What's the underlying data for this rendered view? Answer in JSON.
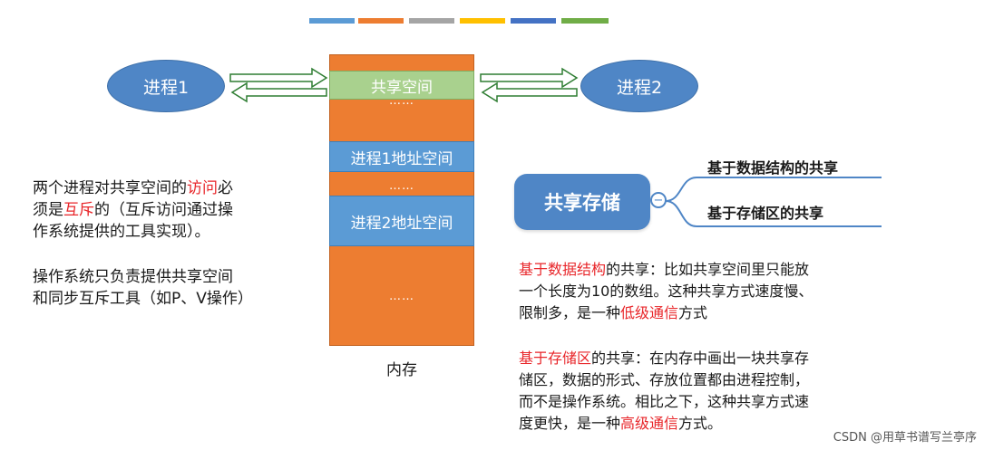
{
  "strip_colors": [
    "#5b9bd5",
    "#ed7d31",
    "#a5a5a5",
    "#ffc000",
    "#4472c4",
    "#70ad47"
  ],
  "process1": "进程1",
  "process2": "进程2",
  "memory": {
    "shared_space": "共享空间",
    "dots_1": "……",
    "addr1": "进程1地址空间",
    "dots_2": "……",
    "addr2": "进程2地址空间",
    "dots_3": "……",
    "label": "内存"
  },
  "left_text": {
    "p1_a": "两个进程对共享空间的",
    "p1_b": "访问",
    "p1_c": "必",
    "p1_d": "须是",
    "p1_e": "互斥",
    "p1_f": "的（互斥访问通过操",
    "p1_g": "作系统提供的工具实现）。",
    "p2_a": "操作系统只负责提供共享空间",
    "p2_b": "和同步互斥工具（如P、V操作）"
  },
  "mindmap": {
    "root": "共享存储",
    "toggle": "−",
    "branch1": "基于数据结构的共享",
    "branch2": "基于存储区的共享"
  },
  "desc1": {
    "a": "基于",
    "b": "数据结构",
    "c": "的共享：比如共享空间里只能放",
    "d": "一个长度为10的数组。这种共享方式速度慢、",
    "e": "限制多，是一种",
    "f": "低级通信",
    "g": "方式"
  },
  "desc2": {
    "a": "基于存储区",
    "b": "的共享：在内存中画出一块共享存",
    "c": "储区，数据的形式、存放位置都由进程控制，",
    "d": "而不是操作系统。相比之下，这种共享方式速",
    "e": "度更快，是一种",
    "f": "高级通信",
    "g": "方式。"
  },
  "watermark": "CSDN @用草书谱写兰亭序"
}
